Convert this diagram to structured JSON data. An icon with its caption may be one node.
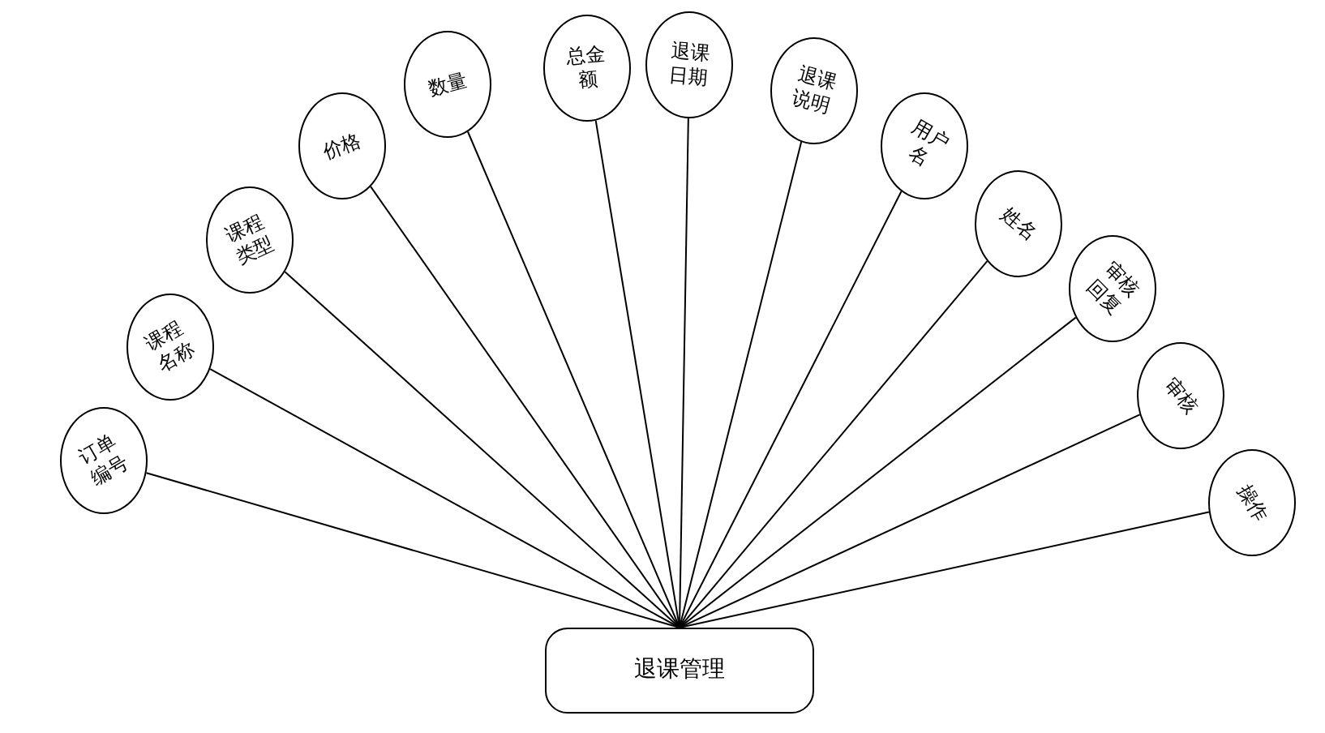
{
  "diagram": {
    "nodes": [
      {
        "text": [
          "订单编号"
        ]
      },
      {
        "text": [
          "课程名称"
        ]
      },
      {
        "text": [
          "课程类型"
        ]
      },
      {
        "text": [
          "价格"
        ]
      },
      {
        "text": [
          "数量"
        ]
      },
      {
        "text": [
          "总金额"
        ]
      },
      {
        "text": [
          "退课日期"
        ]
      },
      {
        "text": [
          "退课说明"
        ]
      },
      {
        "text": [
          "用户名"
        ]
      },
      {
        "text": [
          "姓名"
        ]
      },
      {
        "text": [
          "审核回复"
        ]
      },
      {
        "text": [
          "审核"
        ]
      },
      {
        "text": [
          "操作"
        ]
      },
      {
        "text": [
          "退课管理"
        ]
      }
    ],
    "edges": [
      {
        "from": 13,
        "to": 0,
        "arrow": "none"
      },
      {
        "from": 13,
        "to": 1,
        "arrow": "none"
      },
      {
        "from": 13,
        "to": 2,
        "arrow": "none"
      },
      {
        "from": 13,
        "to": 3,
        "arrow": "none"
      },
      {
        "from": 13,
        "to": 4,
        "arrow": "none"
      },
      {
        "from": 13,
        "to": 5,
        "arrow": "none"
      },
      {
        "from": 13,
        "to": 6,
        "arrow": "none"
      },
      {
        "from": 13,
        "to": 7,
        "arrow": "none"
      },
      {
        "from": 13,
        "to": 8,
        "arrow": "none"
      },
      {
        "from": 13,
        "to": 9,
        "arrow": "none"
      },
      {
        "from": 13,
        "to": 10,
        "arrow": "none"
      },
      {
        "from": 13,
        "to": 11,
        "arrow": "none"
      },
      {
        "from": 13,
        "to": 12,
        "arrow": "none"
      }
    ]
  }
}
